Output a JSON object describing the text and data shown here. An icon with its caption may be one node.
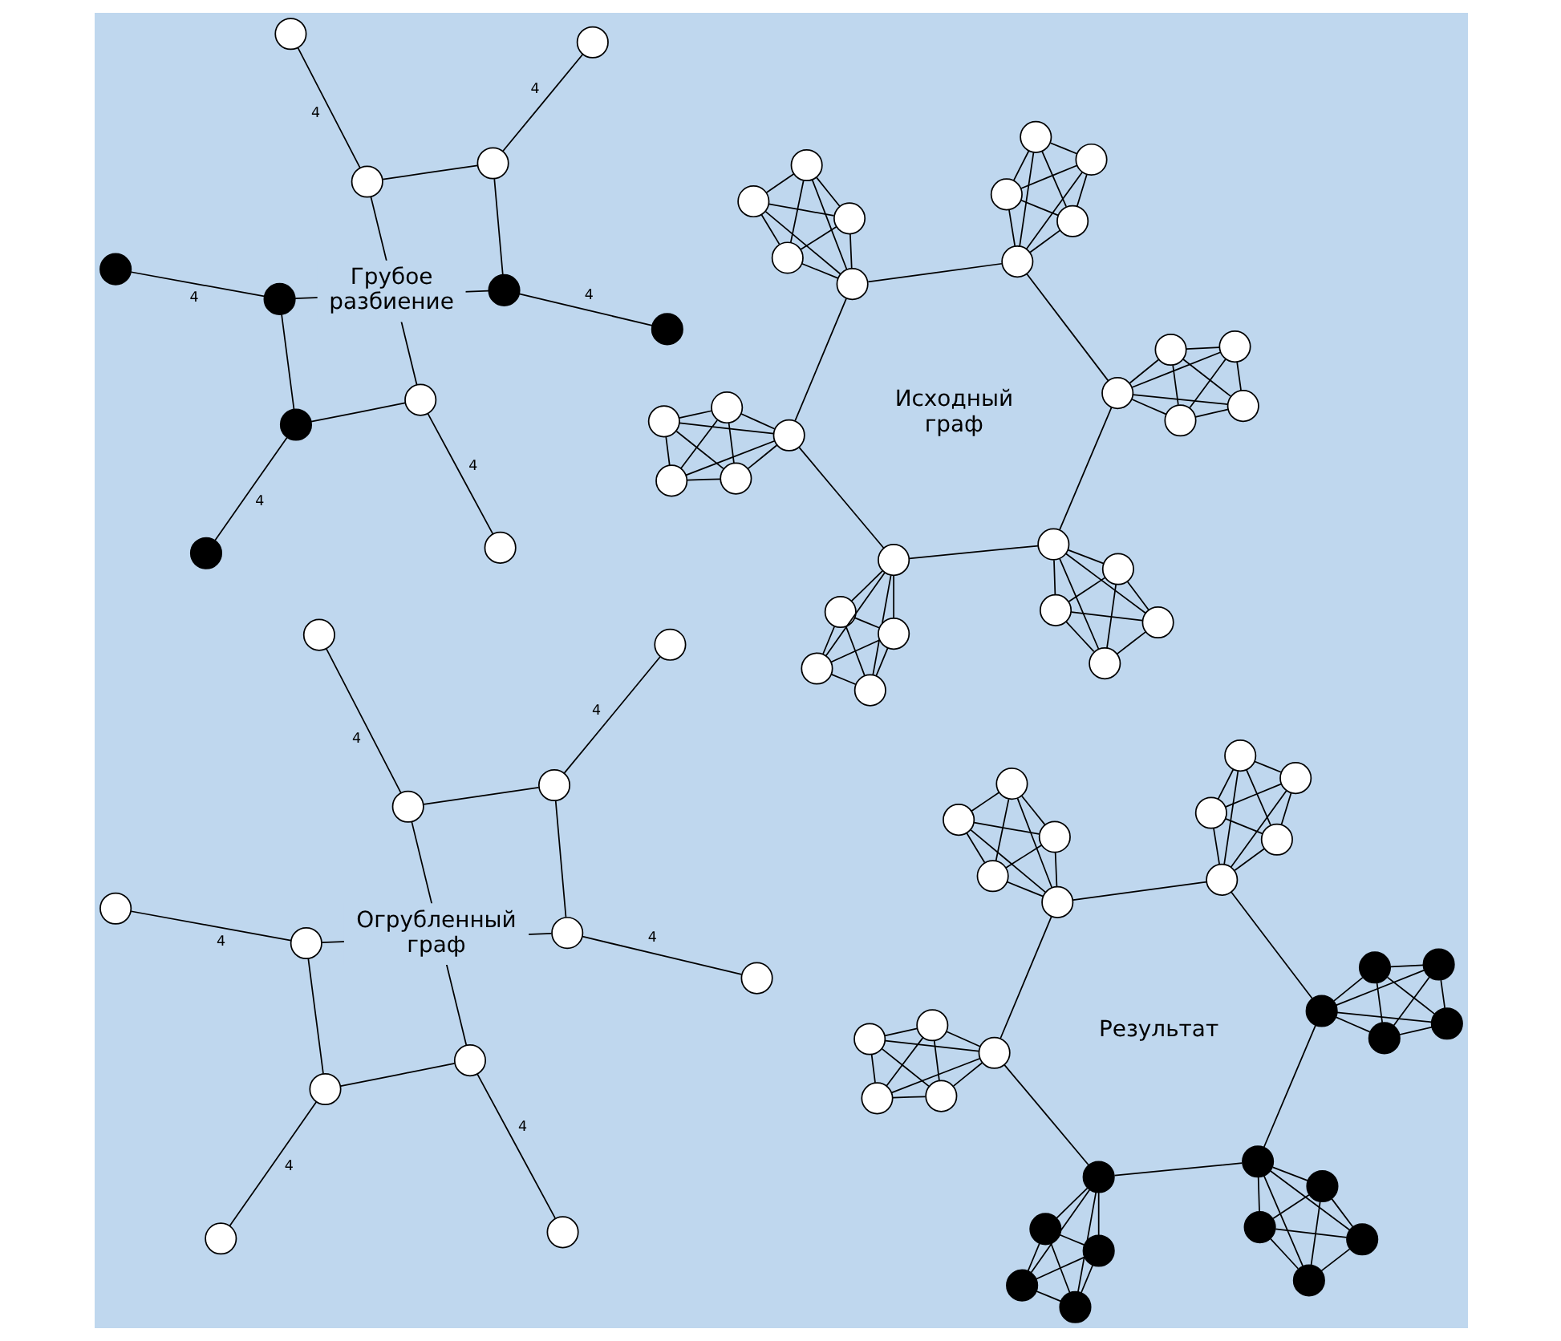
{
  "diagram": {
    "nodes": [
      {
        "text": [],
        "shape": "circle"
      },
      {
        "text": [],
        "shape": "circle"
      },
      {
        "text": [],
        "shape": "circle"
      },
      {
        "text": [],
        "shape": "circle"
      },
      {
        "text": [],
        "shape": "circle"
      },
      {
        "text": [],
        "shape": "circle"
      },
      {
        "text": [],
        "shape": "circle"
      },
      {
        "text": [],
        "shape": "circle"
      },
      {
        "text": [],
        "shape": "circle"
      },
      {
        "text": [],
        "shape": "circle"
      },
      {
        "text": [],
        "shape": "circle"
      },
      {
        "text": [],
        "shape": "circle"
      },
      {
        "text": [],
        "shape": "circle"
      },
      {
        "text": [],
        "shape": "circle"
      },
      {
        "text": [],
        "shape": "circle"
      },
      {
        "text": [],
        "shape": "circle"
      },
      {
        "text": [],
        "shape": "circle"
      },
      {
        "text": [],
        "shape": "circle"
      },
      {
        "text": [],
        "shape": "circle"
      },
      {
        "text": [],
        "shape": "circle"
      },
      {
        "text": [],
        "shape": "circle"
      },
      {
        "text": [],
        "shape": "circle"
      },
      {
        "text": [],
        "shape": "circle"
      },
      {
        "text": [],
        "shape": "circle"
      },
      {
        "text": [],
        "shape": "circle"
      },
      {
        "text": [],
        "shape": "circle"
      },
      {
        "text": [],
        "shape": "circle"
      },
      {
        "text": [],
        "shape": "circle"
      },
      {
        "text": [],
        "shape": "circle"
      },
      {
        "text": [],
        "shape": "circle"
      },
      {
        "text": [],
        "shape": "circle"
      },
      {
        "text": [],
        "shape": "circle"
      },
      {
        "text": [],
        "shape": "circle"
      },
      {
        "text": [],
        "shape": "circle"
      },
      {
        "text": [],
        "shape": "circle"
      },
      {
        "text": [],
        "shape": "circle"
      },
      {
        "text": [],
        "shape": "circle"
      },
      {
        "text": [],
        "shape": "circle"
      },
      {
        "text": [],
        "shape": "circle"
      },
      {
        "text": [],
        "shape": "circle"
      },
      {
        "text": [],
        "shape": "circle"
      },
      {
        "text": [],
        "shape": "circle"
      },
      {
        "text": [],
        "shape": "circle"
      },
      {
        "text": [],
        "shape": "circle"
      },
      {
        "text": [],
        "shape": "circle"
      },
      {
        "text": [],
        "shape": "circle"
      },
      {
        "text": [],
        "shape": "circle"
      },
      {
        "text": [],
        "shape": "circle"
      },
      {
        "text": [],
        "shape": "circle"
      },
      {
        "text": [],
        "shape": "circle"
      },
      {
        "text": [],
        "shape": "circle"
      },
      {
        "text": [],
        "shape": "circle"
      },
      {
        "text": [],
        "shape": "circle"
      },
      {
        "text": [],
        "shape": "circle"
      },
      {
        "text": [],
        "shape": "circle"
      },
      {
        "text": [],
        "shape": "circle"
      },
      {
        "text": [],
        "shape": "circle"
      },
      {
        "text": [],
        "shape": "circle"
      },
      {
        "text": [],
        "shape": "circle"
      },
      {
        "text": [],
        "shape": "circle"
      },
      {
        "text": [],
        "shape": "circle"
      },
      {
        "text": [],
        "shape": "circle"
      },
      {
        "text": [],
        "shape": "circle"
      },
      {
        "text": [],
        "shape": "circle"
      },
      {
        "text": [],
        "shape": "circle"
      },
      {
        "text": [],
        "shape": "circle"
      },
      {
        "text": [],
        "shape": "circle"
      },
      {
        "text": [],
        "shape": "circle"
      },
      {
        "text": [],
        "shape": "circle"
      },
      {
        "text": [],
        "shape": "circle"
      },
      {
        "text": [],
        "shape": "circle"
      },
      {
        "text": [],
        "shape": "circle"
      },
      {
        "text": [],
        "shape": "circle"
      },
      {
        "text": [],
        "shape": "circle"
      },
      {
        "text": [],
        "shape": "circle"
      },
      {
        "text": [],
        "shape": "circle"
      },
      {
        "text": [],
        "shape": "circle"
      },
      {
        "text": [],
        "shape": "circle"
      },
      {
        "text": [],
        "shape": "circle"
      },
      {
        "text": [],
        "shape": "circle"
      },
      {
        "text": [],
        "shape": "circle"
      },
      {
        "text": [],
        "shape": "circle"
      },
      {
        "text": [],
        "shape": "circle"
      },
      {
        "text": [],
        "shape": "circle"
      }
    ],
    "edges": [
      {
        "from": 0,
        "to": 1,
        "arrow": "none"
      },
      {
        "from": 0,
        "to": 2,
        "arrow": "none"
      },
      {
        "from": 0,
        "to": 3,
        "arrow": "none"
      },
      {
        "from": 0,
        "to": 4,
        "arrow": "none"
      },
      {
        "from": 1,
        "to": 2,
        "arrow": "none"
      },
      {
        "from": 1,
        "to": 3,
        "arrow": "none"
      },
      {
        "from": 1,
        "to": 4,
        "arrow": "none"
      },
      {
        "from": 2,
        "to": 3,
        "arrow": "none"
      },
      {
        "from": 2,
        "to": 4,
        "arrow": "none"
      },
      {
        "from": 3,
        "to": 4,
        "arrow": "none"
      },
      {
        "from": 5,
        "to": 6,
        "arrow": "none"
      },
      {
        "from": 5,
        "to": 7,
        "arrow": "none"
      },
      {
        "from": 5,
        "to": 8,
        "arrow": "none"
      },
      {
        "from": 5,
        "to": 9,
        "arrow": "none"
      },
      {
        "from": 6,
        "to": 7,
        "arrow": "none"
      },
      {
        "from": 6,
        "to": 8,
        "arrow": "none"
      },
      {
        "from": 6,
        "to": 9,
        "arrow": "none"
      },
      {
        "from": 7,
        "to": 8,
        "arrow": "none"
      },
      {
        "from": 7,
        "to": 9,
        "arrow": "none"
      },
      {
        "from": 8,
        "to": 9,
        "arrow": "none"
      },
      {
        "from": 10,
        "to": 11,
        "arrow": "none"
      },
      {
        "from": 10,
        "to": 12,
        "arrow": "none"
      },
      {
        "from": 10,
        "to": 13,
        "arrow": "none"
      },
      {
        "from": 10,
        "to": 14,
        "arrow": "none"
      },
      {
        "from": 11,
        "to": 12,
        "arrow": "none"
      },
      {
        "from": 11,
        "to": 13,
        "arrow": "none"
      },
      {
        "from": 11,
        "to": 14,
        "arrow": "none"
      },
      {
        "from": 12,
        "to": 13,
        "arrow": "none"
      },
      {
        "from": 12,
        "to": 14,
        "arrow": "none"
      },
      {
        "from": 13,
        "to": 14,
        "arrow": "none"
      },
      {
        "from": 15,
        "to": 16,
        "arrow": "none"
      },
      {
        "from": 15,
        "to": 17,
        "arrow": "none"
      },
      {
        "from": 15,
        "to": 18,
        "arrow": "none"
      },
      {
        "from": 15,
        "to": 19,
        "arrow": "none"
      },
      {
        "from": 16,
        "to": 17,
        "arrow": "none"
      },
      {
        "from": 16,
        "to": 18,
        "arrow": "none"
      },
      {
        "from": 16,
        "to": 19,
        "arrow": "none"
      },
      {
        "from": 17,
        "to": 18,
        "arrow": "none"
      },
      {
        "from": 17,
        "to": 19,
        "arrow": "none"
      },
      {
        "from": 18,
        "to": 19,
        "arrow": "none"
      },
      {
        "from": 20,
        "to": 21,
        "arrow": "none"
      },
      {
        "from": 20,
        "to": 22,
        "arrow": "none"
      },
      {
        "from": 20,
        "to": 23,
        "arrow": "none"
      },
      {
        "from": 20,
        "to": 24,
        "arrow": "none"
      },
      {
        "from": 21,
        "to": 22,
        "arrow": "none"
      },
      {
        "from": 21,
        "to": 23,
        "arrow": "none"
      },
      {
        "from": 21,
        "to": 24,
        "arrow": "none"
      },
      {
        "from": 22,
        "to": 23,
        "arrow": "none"
      },
      {
        "from": 22,
        "to": 24,
        "arrow": "none"
      },
      {
        "from": 23,
        "to": 24,
        "arrow": "none"
      },
      {
        "from": 25,
        "to": 26,
        "arrow": "none"
      },
      {
        "from": 25,
        "to": 27,
        "arrow": "none"
      },
      {
        "from": 25,
        "to": 28,
        "arrow": "none"
      },
      {
        "from": 25,
        "to": 29,
        "arrow": "none"
      },
      {
        "from": 26,
        "to": 27,
        "arrow": "none"
      },
      {
        "from": 26,
        "to": 28,
        "arrow": "none"
      },
      {
        "from": 26,
        "to": 29,
        "arrow": "none"
      },
      {
        "from": 27,
        "to": 28,
        "arrow": "none"
      },
      {
        "from": 27,
        "to": 29,
        "arrow": "none"
      },
      {
        "from": 28,
        "to": 29,
        "arrow": "none"
      },
      {
        "from": 0,
        "to": 5,
        "arrow": "none"
      },
      {
        "from": 0,
        "to": 10,
        "arrow": "none"
      },
      {
        "from": 5,
        "to": 15,
        "arrow": "none"
      },
      {
        "from": 10,
        "to": 20,
        "arrow": "none"
      },
      {
        "from": 15,
        "to": 25,
        "arrow": "none"
      },
      {
        "from": 25,
        "to": 20,
        "arrow": "none"
      },
      {
        "from": 30,
        "to": 31,
        "arrow": "none"
      },
      {
        "from": 30,
        "to": 32,
        "arrow": "none"
      },
      {
        "from": 30,
        "to": 33,
        "arrow": "none"
      },
      {
        "from": 30,
        "to": 34,
        "arrow": "none"
      },
      {
        "from": 31,
        "to": 32,
        "arrow": "none"
      },
      {
        "from": 31,
        "to": 33,
        "arrow": "none"
      },
      {
        "from": 31,
        "to": 34,
        "arrow": "none"
      },
      {
        "from": 32,
        "to": 33,
        "arrow": "none"
      },
      {
        "from": 32,
        "to": 34,
        "arrow": "none"
      },
      {
        "from": 33,
        "to": 34,
        "arrow": "none"
      },
      {
        "from": 35,
        "to": 36,
        "arrow": "none"
      },
      {
        "from": 35,
        "to": 37,
        "arrow": "none"
      },
      {
        "from": 35,
        "to": 38,
        "arrow": "none"
      },
      {
        "from": 35,
        "to": 39,
        "arrow": "none"
      },
      {
        "from": 36,
        "to": 37,
        "arrow": "none"
      },
      {
        "from": 36,
        "to": 38,
        "arrow": "none"
      },
      {
        "from": 36,
        "to": 39,
        "arrow": "none"
      },
      {
        "from": 37,
        "to": 38,
        "arrow": "none"
      },
      {
        "from": 37,
        "to": 39,
        "arrow": "none"
      },
      {
        "from": 38,
        "to": 39,
        "arrow": "none"
      },
      {
        "from": 40,
        "to": 41,
        "arrow": "none"
      },
      {
        "from": 40,
        "to": 42,
        "arrow": "none"
      },
      {
        "from": 40,
        "to": 43,
        "arrow": "none"
      },
      {
        "from": 40,
        "to": 44,
        "arrow": "none"
      },
      {
        "from": 41,
        "to": 42,
        "arrow": "none"
      },
      {
        "from": 41,
        "to": 43,
        "arrow": "none"
      },
      {
        "from": 41,
        "to": 44,
        "arrow": "none"
      },
      {
        "from": 42,
        "to": 43,
        "arrow": "none"
      },
      {
        "from": 42,
        "to": 44,
        "arrow": "none"
      },
      {
        "from": 43,
        "to": 44,
        "arrow": "none"
      },
      {
        "from": 45,
        "to": 46,
        "arrow": "none"
      },
      {
        "from": 45,
        "to": 47,
        "arrow": "none"
      },
      {
        "from": 45,
        "to": 48,
        "arrow": "none"
      },
      {
        "from": 45,
        "to": 49,
        "arrow": "none"
      },
      {
        "from": 46,
        "to": 47,
        "arrow": "none"
      },
      {
        "from": 46,
        "to": 48,
        "arrow": "none"
      },
      {
        "from": 46,
        "to": 49,
        "arrow": "none"
      },
      {
        "from": 47,
        "to": 48,
        "arrow": "none"
      },
      {
        "from": 47,
        "to": 49,
        "arrow": "none"
      },
      {
        "from": 48,
        "to": 49,
        "arrow": "none"
      },
      {
        "from": 50,
        "to": 51,
        "arrow": "none"
      },
      {
        "from": 50,
        "to": 52,
        "arrow": "none"
      },
      {
        "from": 50,
        "to": 53,
        "arrow": "none"
      },
      {
        "from": 50,
        "to": 54,
        "arrow": "none"
      },
      {
        "from": 51,
        "to": 52,
        "arrow": "none"
      },
      {
        "from": 51,
        "to": 53,
        "arrow": "none"
      },
      {
        "from": 51,
        "to": 54,
        "arrow": "none"
      },
      {
        "from": 52,
        "to": 53,
        "arrow": "none"
      },
      {
        "from": 52,
        "to": 54,
        "arrow": "none"
      },
      {
        "from": 53,
        "to": 54,
        "arrow": "none"
      },
      {
        "from": 55,
        "to": 56,
        "arrow": "none"
      },
      {
        "from": 55,
        "to": 57,
        "arrow": "none"
      },
      {
        "from": 55,
        "to": 58,
        "arrow": "none"
      },
      {
        "from": 55,
        "to": 59,
        "arrow": "none"
      },
      {
        "from": 56,
        "to": 57,
        "arrow": "none"
      },
      {
        "from": 56,
        "to": 58,
        "arrow": "none"
      },
      {
        "from": 56,
        "to": 59,
        "arrow": "none"
      },
      {
        "from": 57,
        "to": 58,
        "arrow": "none"
      },
      {
        "from": 57,
        "to": 59,
        "arrow": "none"
      },
      {
        "from": 58,
        "to": 59,
        "arrow": "none"
      },
      {
        "from": 30,
        "to": 35,
        "arrow": "none"
      },
      {
        "from": 30,
        "to": 40,
        "arrow": "none"
      },
      {
        "from": 35,
        "to": 45,
        "arrow": "none"
      },
      {
        "from": 40,
        "to": 50,
        "arrow": "none"
      },
      {
        "from": 45,
        "to": 55,
        "arrow": "none"
      },
      {
        "from": 55,
        "to": 50,
        "arrow": "none"
      },
      {
        "from": 60,
        "to": 61,
        "arrow": "none"
      },
      {
        "from": 60,
        "to": 62,
        "arrow": "none"
      },
      {
        "from": 61,
        "to": 63,
        "arrow": "none"
      },
      {
        "from": 62,
        "to": 64,
        "arrow": "none"
      },
      {
        "from": 63,
        "to": 65,
        "arrow": "none"
      },
      {
        "from": 65,
        "to": 64,
        "arrow": "none"
      },
      {
        "from": 66,
        "to": 60,
        "arrow": "none",
        "label": "4"
      },
      {
        "from": 67,
        "to": 61,
        "arrow": "none",
        "label": "4"
      },
      {
        "from": 68,
        "to": 62,
        "arrow": "none",
        "label": "4"
      },
      {
        "from": 69,
        "to": 63,
        "arrow": "none",
        "label": "4"
      },
      {
        "from": 70,
        "to": 64,
        "arrow": "none",
        "label": "4"
      },
      {
        "from": 71,
        "to": 65,
        "arrow": "none",
        "label": "4"
      },
      {
        "from": 72,
        "to": 73,
        "arrow": "none"
      },
      {
        "from": 72,
        "to": 74,
        "arrow": "none"
      },
      {
        "from": 73,
        "to": 75,
        "arrow": "none"
      },
      {
        "from": 74,
        "to": 76,
        "arrow": "none"
      },
      {
        "from": 75,
        "to": 77,
        "arrow": "none"
      },
      {
        "from": 77,
        "to": 76,
        "arrow": "none"
      },
      {
        "from": 78,
        "to": 72,
        "arrow": "none",
        "label": "4"
      },
      {
        "from": 79,
        "to": 73,
        "arrow": "none",
        "label": "4"
      },
      {
        "from": 80,
        "to": 74,
        "arrow": "none",
        "label": "4"
      },
      {
        "from": 81,
        "to": 75,
        "arrow": "none",
        "label": "4"
      },
      {
        "from": 82,
        "to": 76,
        "arrow": "none",
        "label": "4"
      },
      {
        "from": 83,
        "to": 77,
        "arrow": "none",
        "label": "4"
      }
    ],
    "labels": [
      "Исходный граф",
      "Результат",
      "Огрубленный граф",
      "Грубое разбиение"
    ]
  }
}
